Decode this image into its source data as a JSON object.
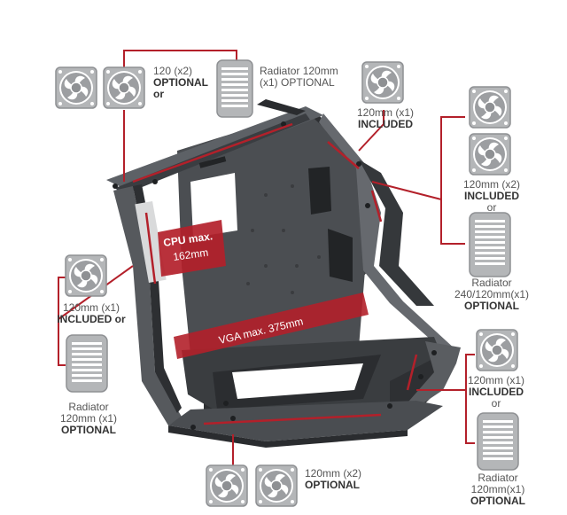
{
  "labels": {
    "top_fans_line1": "120 (x2)",
    "top_fans_line2": "OPTIONAL",
    "top_fans_line3": "or",
    "top_radiator_line1": "Radiator 120mm",
    "top_radiator_line2": "(x1) OPTIONAL",
    "rear_top_line1": "120mm (x1)",
    "rear_top_line2": "INCLUDED",
    "right_fans_line1": "120mm (x2)",
    "right_fans_line2": "INCLUDED",
    "right_fans_line3": "or",
    "right_radiator_line1": "Radiator",
    "right_radiator_line2": "240/120mm(x1)",
    "right_radiator_line3": "OPTIONAL",
    "left_fan_line1": "120mm (x1)",
    "left_fan_line2": "INCLUDED or",
    "left_radiator_line1": "Radiator",
    "left_radiator_line2": "120mm (x1)",
    "left_radiator_line3": "OPTIONAL",
    "front_low_line1": "120mm (x1)",
    "front_low_line2": "INCLUDED",
    "front_low_line3": "or",
    "front_radiator_line1": "Radiator",
    "front_radiator_line2": "120mm(x1)",
    "front_radiator_line3": "OPTIONAL",
    "bottom_fans_line1": "120mm (x2)",
    "bottom_fans_line2": "OPTIONAL"
  },
  "clearances": {
    "cpu_line1": "CPU max.",
    "cpu_line2": "162mm",
    "vga": "VGA max. 375mm"
  },
  "colors": {
    "accent": "#b3202a",
    "case_dark": "#3e4145",
    "case_mid": "#5a5e63",
    "fan_gray": "#a6a8aa"
  }
}
